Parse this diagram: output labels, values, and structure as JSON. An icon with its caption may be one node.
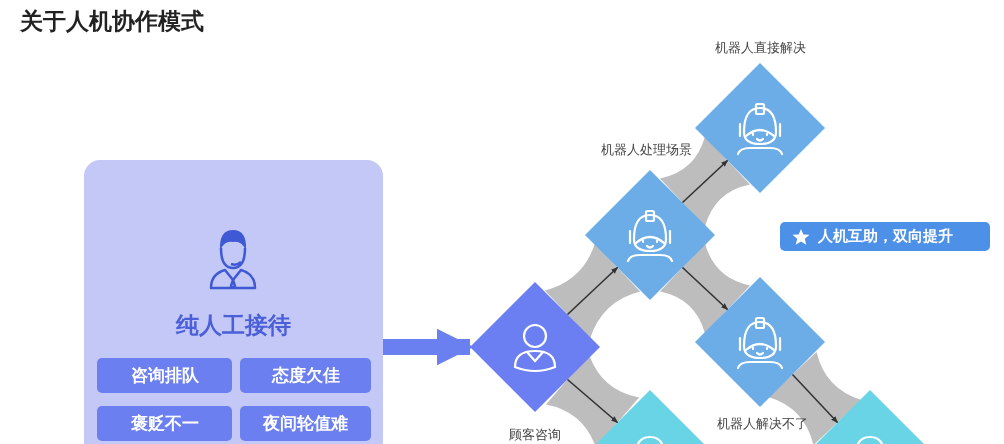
{
  "diagram": {
    "title": "关于人机协作模式",
    "nodes": [
      {
        "text": [
          "纯人工接待"
        ]
      },
      {
        "text": [
          "咨询排队"
        ],
        "in": 0
      },
      {
        "text": [
          "态度欠佳"
        ],
        "in": 0
      },
      {
        "text": [
          "褒贬不一"
        ],
        "in": 0
      },
      {
        "text": [
          "夜间轮值难"
        ],
        "in": 0
      },
      {
        "text": [],
        "shape": "diamond"
      },
      {
        "text": [],
        "shape": "diamond"
      },
      {
        "text": [],
        "shape": "diamond"
      },
      {
        "text": [],
        "shape": "diamond"
      },
      {
        "text": [],
        "shape": "diamond"
      },
      {
        "text": [],
        "shape": "diamond"
      },
      {
        "text": [
          "人机互助，双向提升"
        ]
      }
    ],
    "labels": [
      "机器人直接解决",
      "机器人处理场景",
      "机器人解决不了",
      "顾客咨询"
    ],
    "edges": [
      {
        "from": 0,
        "to": 5,
        "arrow": "to",
        "style": "thick",
        "color": "#6b80f0"
      },
      {
        "from": 5,
        "to": 6,
        "arrow": "to"
      },
      {
        "from": 6,
        "to": 7,
        "arrow": "to"
      },
      {
        "from": 6,
        "to": 8,
        "arrow": "to"
      },
      {
        "from": 5,
        "to": 9,
        "arrow": "to"
      },
      {
        "from": 8,
        "to": 10,
        "arrow": "to"
      }
    ]
  }
}
